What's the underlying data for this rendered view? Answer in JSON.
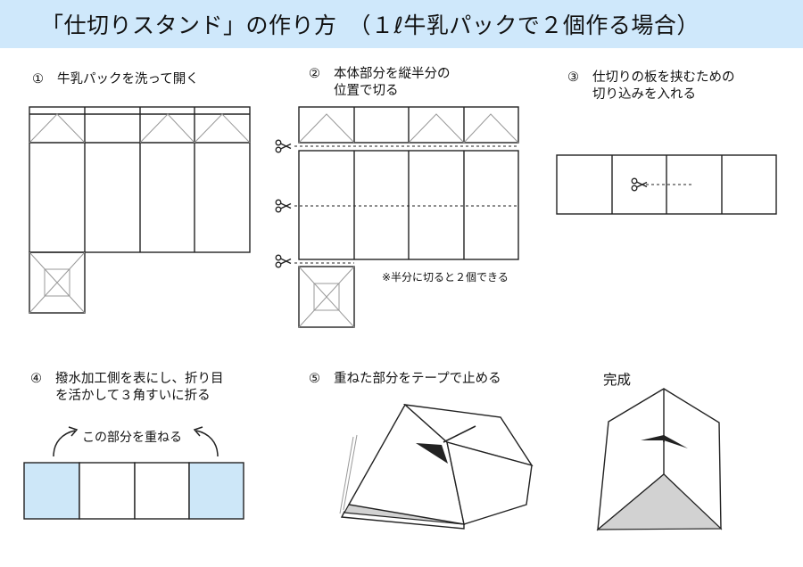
{
  "title": "「仕切りスタンド」の作り方　（１ℓ牛乳パックで２個作る場合）",
  "steps": {
    "s1": {
      "num": "①",
      "line1": "牛乳パックを洗って開く"
    },
    "s2": {
      "num": "②",
      "line1": "本体部分を縦半分の",
      "line2": "位置で切る",
      "note": "※半分に切ると２個できる"
    },
    "s3": {
      "num": "③",
      "line1": "仕切りの板を挟むための",
      "line2": "切り込みを入れる"
    },
    "s4": {
      "num": "④",
      "line1": "撥水加工側を表にし、折り目",
      "line2": "を活かして３角すいに折る",
      "label": "この部分を重ねる"
    },
    "s5": {
      "num": "⑤",
      "line1": "重ねた部分をテープで止める"
    },
    "done": "完成"
  },
  "colors": {
    "title_bg": "#cfe8fb",
    "overlap_fill": "#cde7f8",
    "base_fill": "#d2d2d2"
  },
  "icons": [
    "scissors-icon",
    "curved-arrow-icon"
  ]
}
